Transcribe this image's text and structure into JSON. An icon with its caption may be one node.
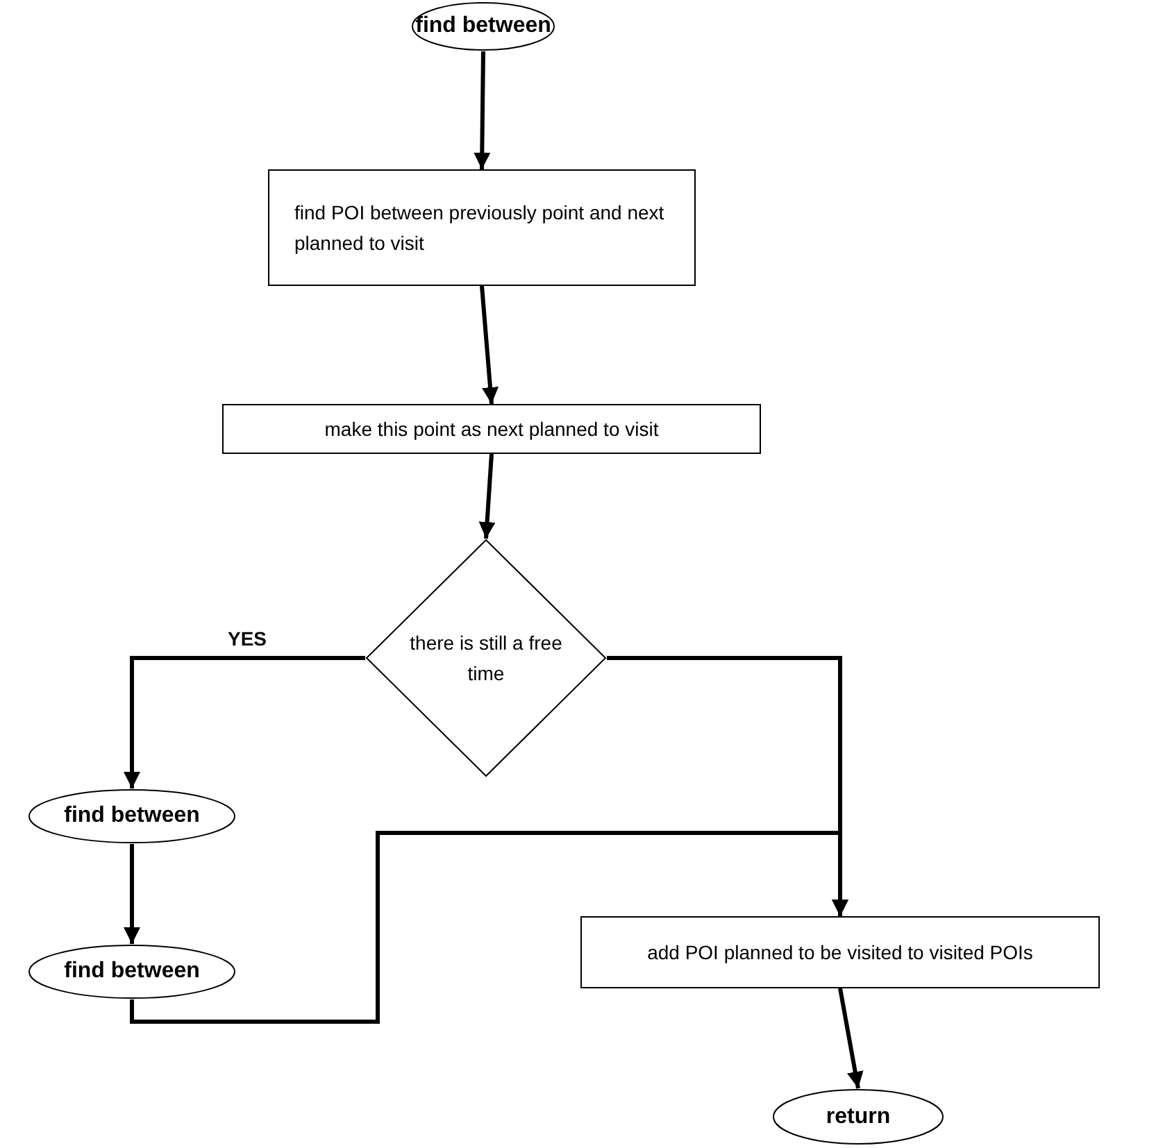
{
  "diagram": {
    "nodes": [
      {
        "text": [
          "find between"
        ]
      },
      {
        "text": [
          "find POI between previously point and next planned to visit"
        ]
      },
      {
        "text": [
          "make this point as next planned to visit"
        ]
      },
      {
        "text": [
          "there is still a free time"
        ]
      },
      {
        "text": [
          "find between"
        ]
      },
      {
        "text": [
          "find between"
        ]
      },
      {
        "text": [
          "add POI planned to be visited to visited POIs"
        ]
      },
      {
        "text": [
          "return"
        ]
      }
    ],
    "edges": [
      {
        "from": 0,
        "to": 1,
        "arrow": "to"
      },
      {
        "from": 1,
        "to": 2,
        "arrow": "to"
      },
      {
        "from": 2,
        "to": 3,
        "arrow": "to"
      },
      {
        "from": 3,
        "to": 4,
        "arrow": "to",
        "label": "YES"
      },
      {
        "from": 3,
        "to": 6,
        "arrow": "to"
      },
      {
        "from": 4,
        "to": 5,
        "arrow": "to"
      },
      {
        "from": 5,
        "to": 6,
        "arrow": "to"
      },
      {
        "from": 6,
        "to": 7,
        "arrow": "to"
      }
    ]
  }
}
